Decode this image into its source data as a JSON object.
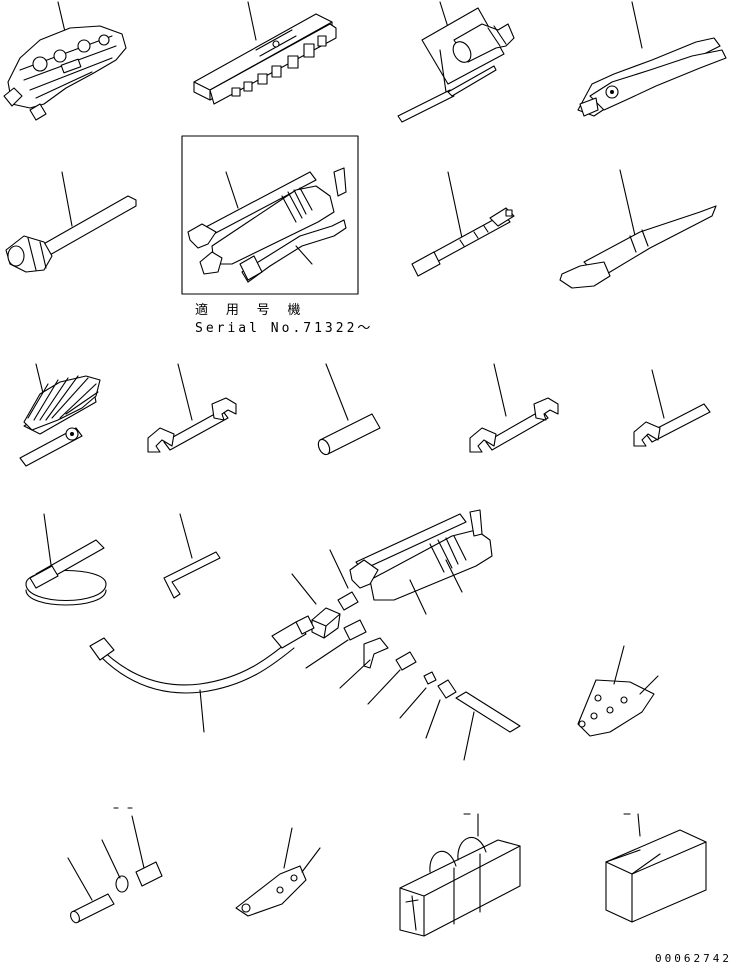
{
  "applicability_note": {
    "line1": "適 用 号 機",
    "line2": "Serial No.71322～"
  },
  "drawing_number": "00062742",
  "icons": [
    "wrench-set-icon",
    "socket-set-icon",
    "screwdriver-icon",
    "pliers-icon",
    "hammer-icon",
    "grease-gun-icon",
    "extension-bar-icon",
    "pry-bar-icon",
    "feeler-gauge-icon",
    "spanner-icon",
    "pin-icon",
    "filter-wrench-icon",
    "hex-key-icon",
    "grease-hose-icon",
    "adapter-icon",
    "plate-icon",
    "tool-bag-icon",
    "tool-box-icon"
  ]
}
